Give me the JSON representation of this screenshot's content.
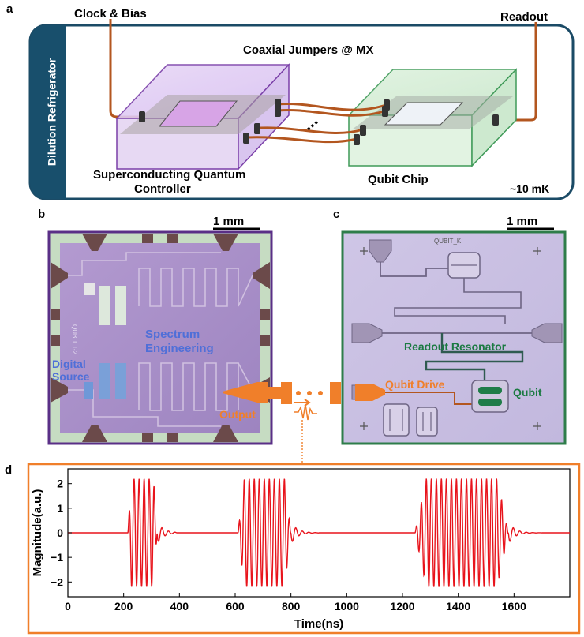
{
  "panels": {
    "a": {
      "letter": "a",
      "clock_bias": "Clock & Bias",
      "readout": "Readout",
      "coax": "Coaxial Jumpers @ MX",
      "fridge": "Dilution Refrigerator",
      "controller_line1": "Superconducting Quantum",
      "controller_line2": "Controller",
      "qubit_chip": "Qubit Chip",
      "temperature": "~10 mK",
      "ellipsis": "⋯"
    },
    "b": {
      "letter": "b",
      "scale": "1 mm",
      "chip_label": "QUBIT T-2",
      "spectrum_line1": "Spectrum",
      "spectrum_line2": "Engineering",
      "digital_line1": "Digital",
      "digital_line2": "Source",
      "output": "Output"
    },
    "c": {
      "letter": "c",
      "scale": "1 mm",
      "chip_label": "QUBIT_K",
      "readout_resonator": "Readout Resonator",
      "qubit_drive": "Qubit Drive",
      "qubit": "Qubit"
    },
    "d": {
      "letter": "d"
    }
  },
  "colors": {
    "cable": "#b3561f",
    "fridge_border": "#1b4b66",
    "fridge_bar": "#184f6c",
    "controller": "#7a3fa8",
    "qubit_box": "#3f9a58",
    "orange": "#f07f2a",
    "blue_label": "#4f6fd8",
    "green_label": "#1b7a42",
    "signal": "#e8141c"
  },
  "chart_data": {
    "type": "line",
    "title": "",
    "xlabel": "Time(ns)",
    "ylabel": "Magnitude(a.u.)",
    "xlim": [
      0,
      1800
    ],
    "ylim": [
      -2.6,
      2.6
    ],
    "xticks": [
      0,
      200,
      400,
      600,
      800,
      1000,
      1200,
      1400,
      1600
    ],
    "yticks": [
      -2,
      -1,
      0,
      1,
      2
    ],
    "grid": false,
    "baseline": 0,
    "pulses": [
      {
        "start": 215,
        "end": 320,
        "amplitude": 2.2,
        "ringdown_end": 390
      },
      {
        "start": 610,
        "end": 800,
        "amplitude": 2.2,
        "ringdown_end": 900
      },
      {
        "start": 1245,
        "end": 1580,
        "amplitude": 2.2,
        "ringdown_end": 1700
      }
    ],
    "period_ns": 18
  }
}
